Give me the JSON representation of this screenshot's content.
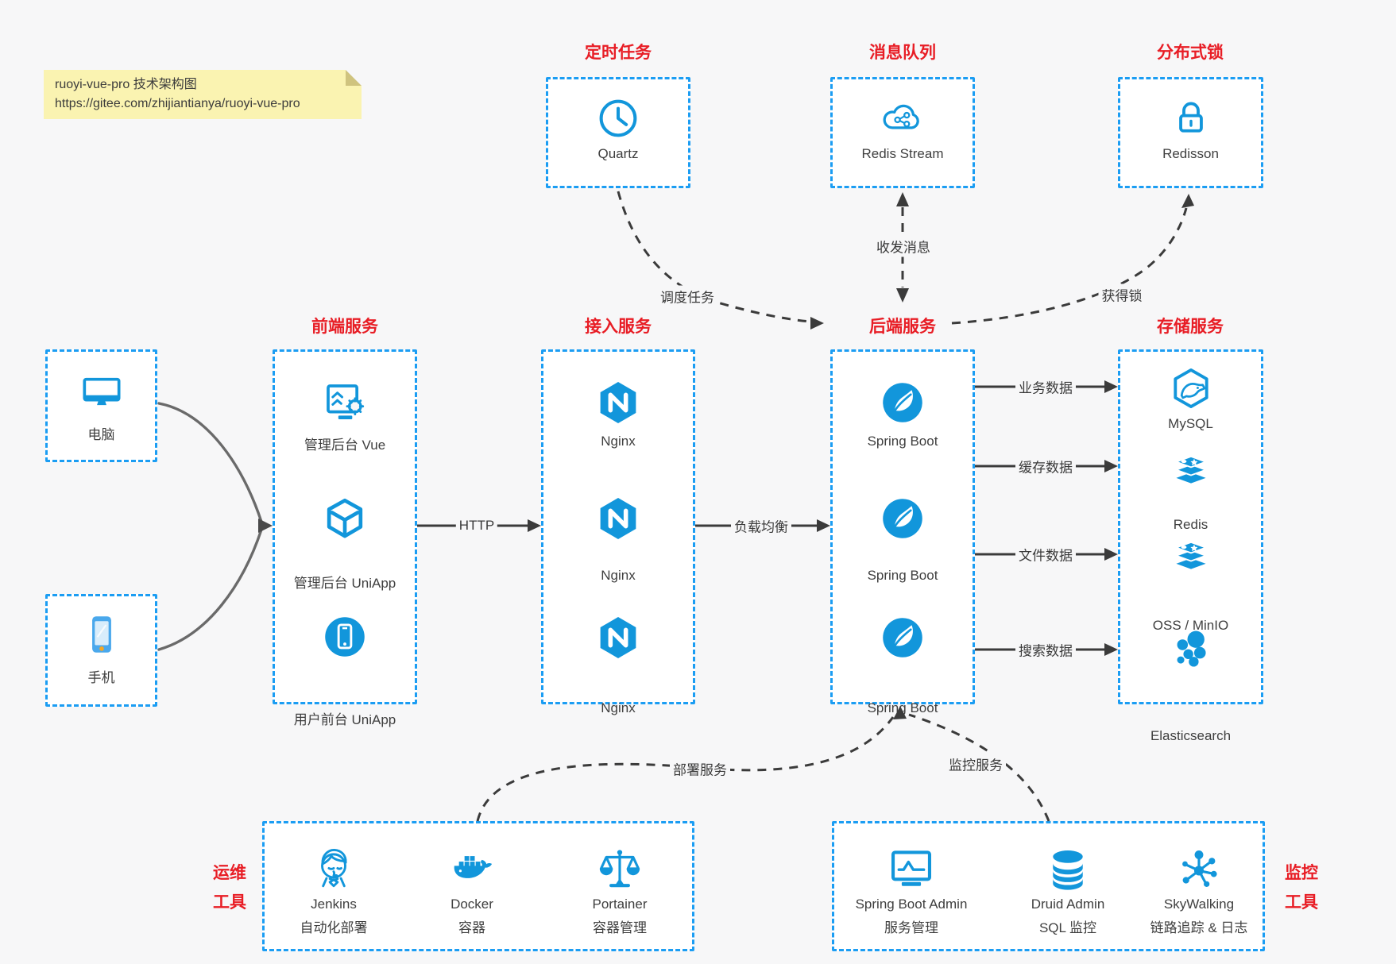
{
  "page": {
    "background": "#f7f7f8",
    "accent_blue": "#1296db",
    "border_blue": "#1b9df3",
    "accent_red": "#e81d25",
    "arrow_dark": "#3b3b3b",
    "note_yellow": "#faf3b1"
  },
  "note": {
    "line1": "ruoyi-vue-pro 技术架构图",
    "line2": "https://gitee.com/zhijiantianya/ruoyi-vue-pro"
  },
  "top_groups": [
    {
      "title": "定时任务",
      "item": {
        "icon": "quartz-clock-icon",
        "label": "Quartz"
      }
    },
    {
      "title": "消息队列",
      "item": {
        "icon": "redis-stream-cloud-icon",
        "label": "Redis Stream"
      }
    },
    {
      "title": "分布式锁",
      "item": {
        "icon": "redisson-lock-icon",
        "label": "Redisson"
      }
    }
  ],
  "clients": [
    {
      "icon": "computer-icon",
      "label": "电脑"
    },
    {
      "icon": "phone-icon",
      "label": "手机"
    }
  ],
  "columns": [
    {
      "title": "前端服务",
      "items": [
        {
          "icon": "vue-admin-icon",
          "label": "管理后台 Vue"
        },
        {
          "icon": "uniapp-cube-icon",
          "label": "管理后台 UniApp"
        },
        {
          "icon": "user-app-icon",
          "label": "用户前台 UniApp"
        }
      ]
    },
    {
      "title": "接入服务",
      "items": [
        {
          "icon": "nginx-icon",
          "label": "Nginx"
        },
        {
          "icon": "nginx-icon",
          "label": "Nginx"
        },
        {
          "icon": "nginx-icon",
          "label": "Nginx"
        }
      ]
    },
    {
      "title": "后端服务",
      "items": [
        {
          "icon": "spring-boot-icon",
          "label": "Spring Boot"
        },
        {
          "icon": "spring-boot-icon",
          "label": "Spring Boot"
        },
        {
          "icon": "spring-boot-icon",
          "label": "Spring Boot"
        }
      ]
    },
    {
      "title": "存储服务",
      "items": [
        {
          "icon": "mysql-icon",
          "label": "MySQL"
        },
        {
          "icon": "redis-stack-icon",
          "label": "Redis"
        },
        {
          "icon": "redis-stack-icon",
          "label": "OSS / MinIO"
        },
        {
          "icon": "elasticsearch-icon",
          "label": "Elasticsearch"
        }
      ]
    }
  ],
  "edges": {
    "http": "HTTP",
    "load_balance": "负载均衡",
    "business_data": "业务数据",
    "cache_data": "缓存数据",
    "file_data": "文件数据",
    "search_data": "搜索数据",
    "schedule_task": "调度任务",
    "send_receive_msg": "收发消息",
    "acquire_lock": "获得锁",
    "deploy_service": "部署服务",
    "monitor_service": "监控服务"
  },
  "bottom_groups": [
    {
      "title_line1": "运维",
      "title_line2": "工具",
      "items": [
        {
          "icon": "jenkins-icon",
          "name": "Jenkins",
          "desc": "自动化部署"
        },
        {
          "icon": "docker-whale-icon",
          "name": "Docker",
          "desc": "容器"
        },
        {
          "icon": "portainer-scales-icon",
          "name": "Portainer",
          "desc": "容器管理"
        }
      ]
    },
    {
      "title_line1": "监控",
      "title_line2": "工具",
      "items": [
        {
          "icon": "spring-boot-admin-icon",
          "name": "Spring Boot Admin",
          "desc": "服务管理"
        },
        {
          "icon": "druid-db-icon",
          "name": "Druid Admin",
          "desc": "SQL 监控"
        },
        {
          "icon": "skywalking-icon",
          "name": "SkyWalking",
          "desc": "链路追踪 & 日志"
        }
      ]
    }
  ]
}
